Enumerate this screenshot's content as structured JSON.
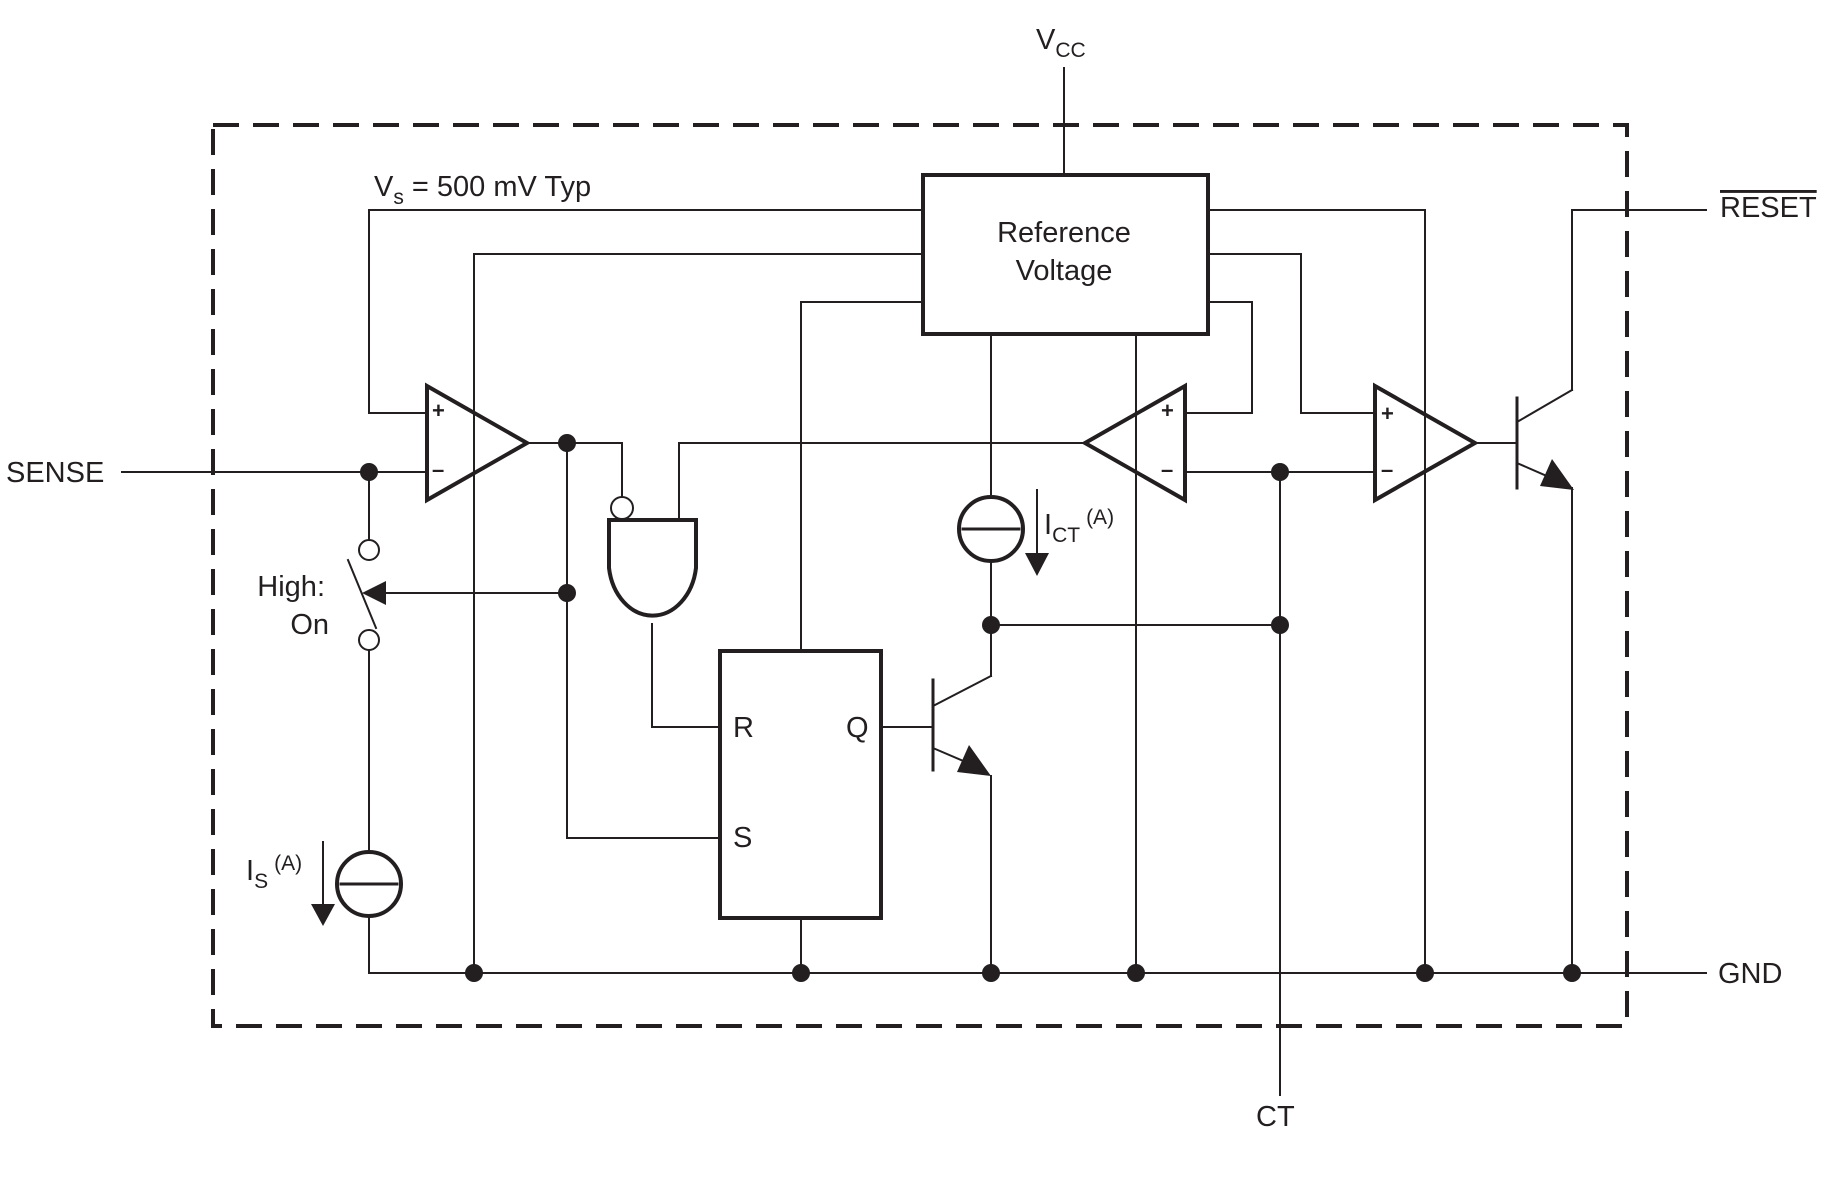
{
  "labels": {
    "vcc_main": "V",
    "vcc_sub": "CC",
    "vs_main": "V",
    "vs_sub": "s",
    "vs_rest": " = 500 mV Typ",
    "ref_line1": "Reference",
    "ref_line2": "Voltage",
    "sense": "SENSE",
    "reset": "RESET",
    "gnd": "GND",
    "ct": "CT",
    "switch_line1": "High:",
    "switch_line2": "On",
    "is_main": "I",
    "is_sub": "S",
    "is_note": "(A)",
    "ict_main": "I",
    "ict_sub": "CT",
    "ict_note": "(A)",
    "ff_r": "R",
    "ff_s": "S",
    "ff_q": "Q",
    "plus": "+",
    "minus": "–"
  }
}
